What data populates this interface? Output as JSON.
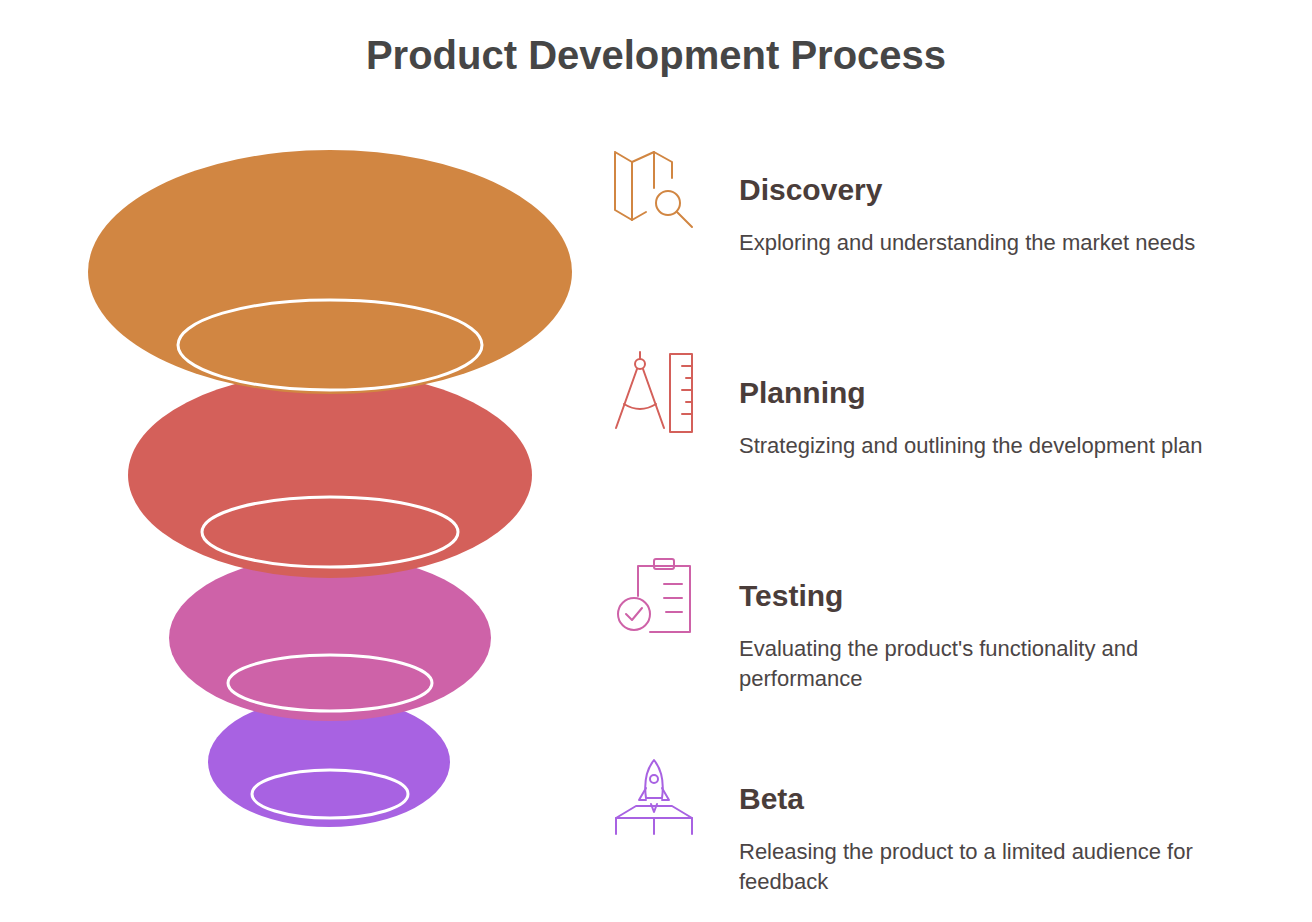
{
  "diagram": {
    "title": "Product Development Process",
    "nodes": [
      {
        "text": [
          "Discovery",
          "Exploring and understanding the market needs"
        ]
      },
      {
        "text": [
          "Planning",
          "Strategizing and outlining the development plan"
        ]
      },
      {
        "text": [
          "Testing",
          "Evaluating the product's functionality and performance"
        ]
      },
      {
        "text": [
          "Beta",
          "Releasing the product to a limited audience for feedback"
        ]
      }
    ]
  }
}
